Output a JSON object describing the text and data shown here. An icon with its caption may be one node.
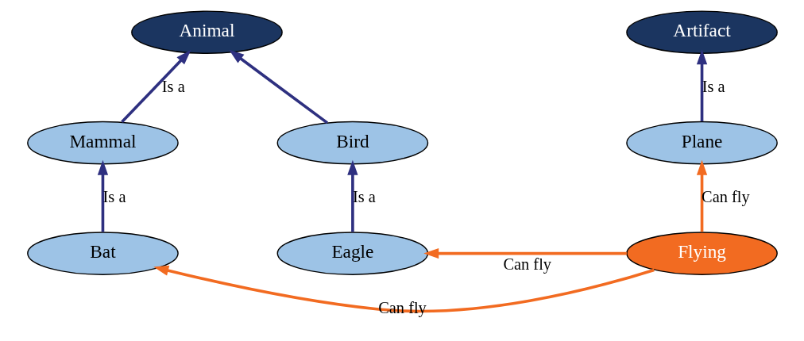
{
  "diagram": {
    "nodes": [
      {
        "text": [
          "Animal"
        ]
      },
      {
        "text": [
          "Artifact"
        ]
      },
      {
        "text": [
          "Mammal"
        ]
      },
      {
        "text": [
          "Bird"
        ]
      },
      {
        "text": [
          "Plane"
        ]
      },
      {
        "text": [
          "Bat"
        ]
      },
      {
        "text": [
          "Eagle"
        ]
      },
      {
        "text": [
          "Flying"
        ]
      }
    ],
    "edges": [
      {
        "from": 2,
        "to": 0,
        "arrow": "to",
        "label": "Is a"
      },
      {
        "from": 3,
        "to": 0,
        "arrow": "to"
      },
      {
        "from": 4,
        "to": 1,
        "arrow": "to",
        "label": "Is a"
      },
      {
        "from": 5,
        "to": 2,
        "arrow": "to",
        "label": "Is a"
      },
      {
        "from": 6,
        "to": 3,
        "arrow": "to",
        "label": "Is a"
      },
      {
        "from": 7,
        "to": 6,
        "arrow": "to",
        "label": "Can fly",
        "color": "#f26b21"
      },
      {
        "from": 7,
        "to": 4,
        "arrow": "to",
        "label": "Can fly",
        "color": "#f26b21"
      },
      {
        "from": 7,
        "to": 5,
        "arrow": "to",
        "label": "Can fly",
        "color": "#f26b21"
      }
    ]
  }
}
